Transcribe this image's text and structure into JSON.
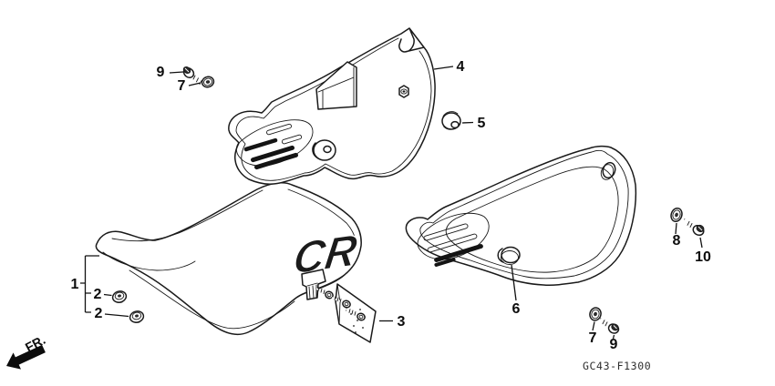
{
  "diagram": {
    "figure_code": "GC43-F1300",
    "fr_indicator": "FR.",
    "seat_logo": "CR",
    "callouts": {
      "seat": "1",
      "seat_rubber_a": "2",
      "seat_rubber_b": "2",
      "bracket": "3",
      "left_cover": "4",
      "grommet": "5",
      "right_cover": "6",
      "washer_top": "7",
      "washer_bottom": "7",
      "washer_right": "8",
      "bolt_top": "9",
      "bolt_bottom": "9",
      "bolt_right": "10"
    }
  }
}
